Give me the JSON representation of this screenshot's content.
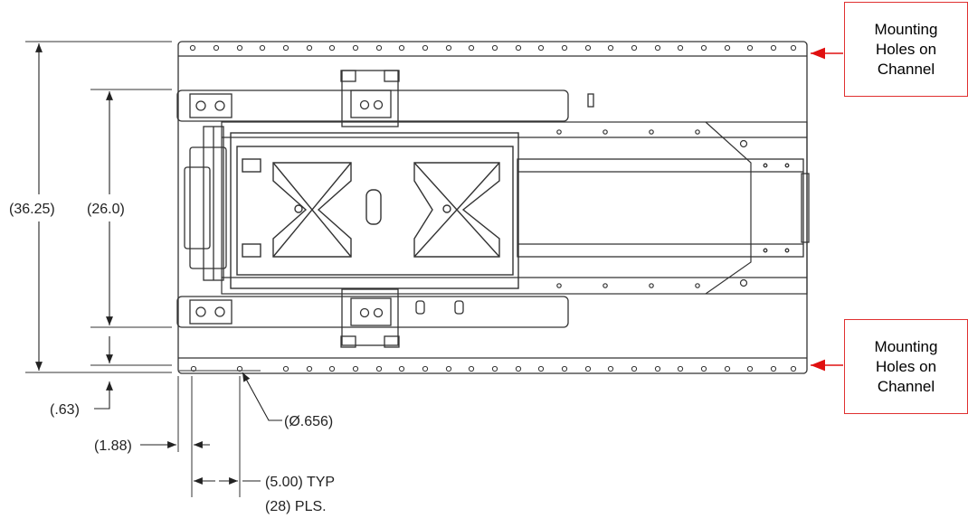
{
  "dimensions": {
    "overall_height": "(36.25)",
    "inner_height": "(26.0)",
    "edge_offset": "(.63)",
    "first_hole": "(1.88)",
    "hole_diameter": "(Ø.656)",
    "hole_spacing": "(5.00) TYP",
    "hole_count": "(28) PLS."
  },
  "callouts": [
    {
      "lines": [
        "Mounting",
        "Holes on",
        "Channel"
      ]
    },
    {
      "lines": [
        "Mounting",
        "Holes on",
        "Channel"
      ]
    }
  ],
  "colors": {
    "callout_border": "#e03030",
    "arrow": "#e01010",
    "linework": "#333333"
  }
}
